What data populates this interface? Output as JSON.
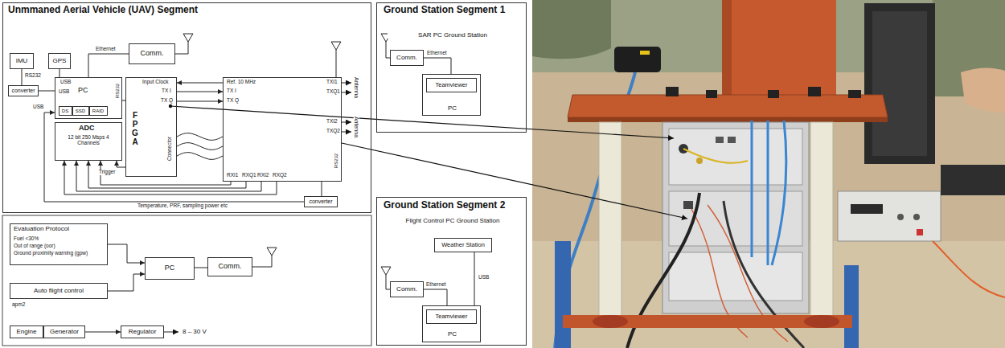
{
  "diagram": {
    "nodes": [
      {
        "text": [
          "Unmmaned Aerial Vehicle (UAV) Segment"
        ]
      },
      {
        "text": [
          "IMU"
        ],
        "in": 0
      },
      {
        "text": [
          "GPS"
        ],
        "in": 0
      },
      {
        "text": [
          "Comm."
        ],
        "in": 0
      },
      {
        "text": [
          "USB",
          "USB",
          "PC",
          "RS232"
        ],
        "in": 0
      },
      {
        "text": [
          "DS"
        ],
        "in": 4
      },
      {
        "text": [
          "SSD"
        ],
        "in": 4
      },
      {
        "text": [
          "RAID"
        ],
        "in": 4
      },
      {
        "text": [
          "converter"
        ],
        "in": 0
      },
      {
        "text": [
          "Input Clock",
          "TX I",
          "TX Q",
          "FPGA",
          "Connector"
        ],
        "in": 0
      },
      {
        "text": [
          "Ref. 10 MHz",
          "TX I",
          "TX Q",
          "TXI1",
          "TXQ1",
          "TXI2",
          "TXQ2",
          "RXI1",
          "RXQ1",
          "RXI2",
          "RXQ2",
          "RS232"
        ],
        "in": 0
      },
      {
        "text": [
          "ADC",
          "12 bit 250 Msps 4 Channels"
        ],
        "in": 0
      },
      {
        "text": [
          "converter"
        ],
        "in": 0
      },
      {
        "text": [
          "Ground Station Segment 1",
          "SAR PC Ground Station"
        ]
      },
      {
        "text": [
          "Comm."
        ],
        "in": 13
      },
      {
        "text": [
          "PC"
        ],
        "in": 13
      },
      {
        "text": [
          "Teamviewer"
        ],
        "in": 15
      },
      {
        "text": [
          "Evaluation Protocol",
          "Fuel <30%",
          "Out of range (oor)",
          "Ground proximity warning (gpw)"
        ]
      },
      {
        "text": [
          "Auto flight control"
        ]
      },
      {
        "text": [
          "PC"
        ]
      },
      {
        "text": [
          "Comm."
        ]
      },
      {
        "text": [
          "Engine"
        ]
      },
      {
        "text": [
          "Generator"
        ]
      },
      {
        "text": [
          "Regulator"
        ]
      },
      {
        "text": [
          "Ground Station Segment 2",
          "Flight Control PC Ground Station"
        ]
      },
      {
        "text": [
          "Weather Station"
        ],
        "in": 24
      },
      {
        "text": [
          "Comm."
        ],
        "in": 24
      },
      {
        "text": [
          "PC"
        ],
        "in": 24
      },
      {
        "text": [
          "Teamviewer"
        ],
        "in": 27
      }
    ],
    "edges": [
      {
        "from": 1,
        "to": 8,
        "arrow": "none"
      },
      {
        "from": 2,
        "to": 4,
        "arrow": "none"
      },
      {
        "from": 8,
        "to": 4,
        "arrow": "none"
      },
      {
        "from": 4,
        "to": 3,
        "arrow": "none",
        "label": "Ethernet"
      },
      {
        "from": 10,
        "to": 9,
        "arrow": "to"
      },
      {
        "from": 9,
        "to": 10,
        "arrow": "to"
      },
      {
        "from": 9,
        "to": 10,
        "arrow": "to"
      },
      {
        "from": 9,
        "to": 10,
        "arrow": "none"
      },
      {
        "from": 9,
        "to": 10,
        "arrow": "none"
      },
      {
        "from": 9,
        "to": 10,
        "arrow": "none"
      },
      {
        "from": 10,
        "to": 11,
        "arrow": "to"
      },
      {
        "from": 10,
        "to": 11,
        "arrow": "to"
      },
      {
        "from": 10,
        "to": 11,
        "arrow": "to"
      },
      {
        "from": 10,
        "to": 11,
        "arrow": "to"
      },
      {
        "from": 9,
        "to": 11,
        "arrow": "to",
        "label": "Trigger"
      },
      {
        "from": 10,
        "to": 12,
        "arrow": "none"
      },
      {
        "from": 12,
        "to": 4,
        "arrow": "to",
        "label": "Temperature, PRF, sampling power etc"
      },
      {
        "from": 4,
        "to": 9,
        "arrow": "none"
      },
      {
        "from": 14,
        "to": 15,
        "arrow": "none",
        "label": "Ethernet"
      },
      {
        "from": 17,
        "to": 19,
        "arrow": "to"
      },
      {
        "from": 18,
        "to": 19,
        "arrow": "to"
      },
      {
        "from": 19,
        "to": 20,
        "arrow": "none"
      },
      {
        "from": 22,
        "to": 23,
        "arrow": "to"
      },
      {
        "from": 25,
        "to": 27,
        "arrow": "none",
        "label": "USB"
      },
      {
        "from": 26,
        "to": 27,
        "arrow": "none",
        "label": "Ethernet"
      }
    ],
    "labels": [
      "RS232",
      "USB",
      "Antenna",
      "Antenna",
      "apm2",
      "8 – 30 V"
    ]
  }
}
